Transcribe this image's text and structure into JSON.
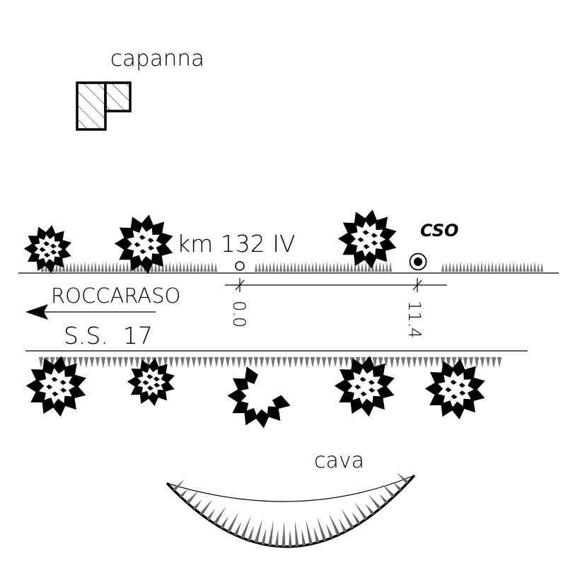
{
  "labels": {
    "hut": "capanna",
    "km_marker": "km 132 IV",
    "station": "CSO",
    "town": "ROCCARASO",
    "road": "S.S.  17",
    "quarry": "cava"
  },
  "distances": {
    "origin": "0.0",
    "station": "11.4"
  },
  "colors": {
    "ink": "#000000",
    "grass": "#777777"
  },
  "icons": {
    "direction": "arrow-left-icon",
    "station": "target-circle-icon",
    "origin": "open-circle-icon"
  }
}
